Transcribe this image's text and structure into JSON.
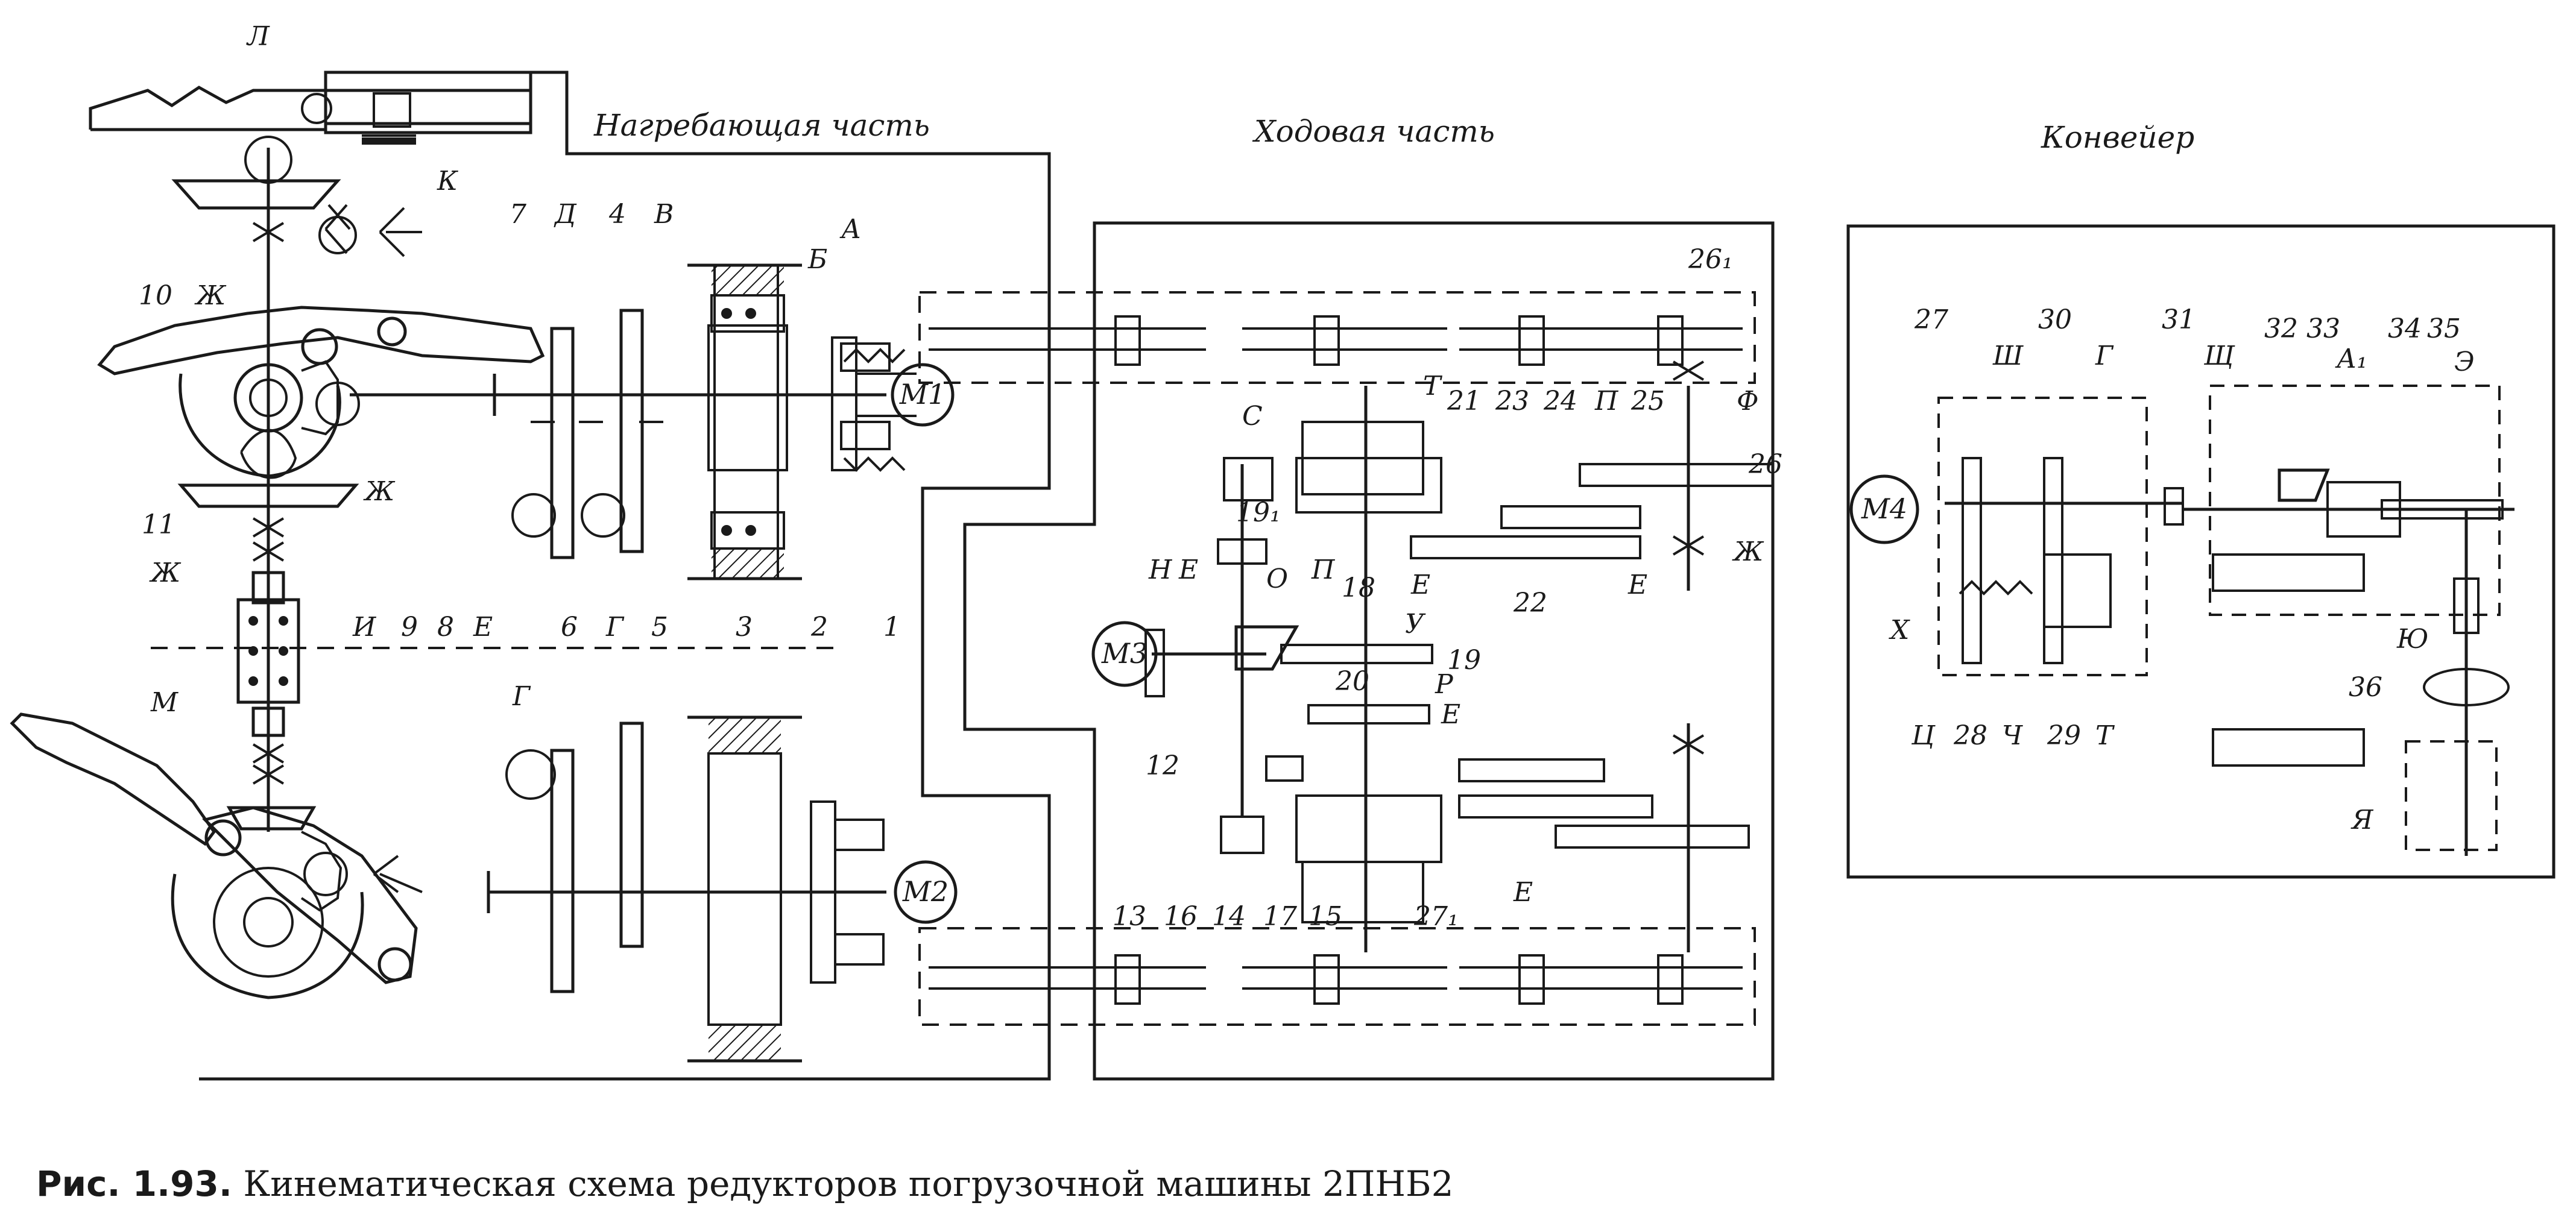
{
  "caption": {
    "number": "Рис. 1.93.",
    "text": "Кинематическая схема редукторов погрузочной машины 2ПНБ2"
  },
  "sections": {
    "loading": "Нагребающая часть",
    "travel": "Ходовая часть",
    "conveyor": "Конвейер"
  },
  "motors": [
    "М1",
    "М2",
    "М3",
    "М4"
  ],
  "labels": {
    "L": "Л",
    "K": "К",
    "n10": "10",
    "Zh1": "Ж",
    "Zh2": "Ж",
    "Zh3": "Ж",
    "n11": "11",
    "n7": "7",
    "D": "Д",
    "n4": "4",
    "V": "В",
    "B": "Б",
    "A": "А",
    "I": "И",
    "n9": "9",
    "n8": "8",
    "E1": "Е",
    "n6": "6",
    "G1": "Г",
    "n5": "5",
    "n3": "3",
    "n2": "2",
    "n1": "1",
    "M": "М",
    "G2": "Г",
    "n26_1": "26₁",
    "S": "С",
    "T1": "Т",
    "n21": "21",
    "n23": "23",
    "n24": "24",
    "P1": "П",
    "n25": "25",
    "F": "Ф",
    "n26": "26",
    "n19_1": "19₁",
    "H": "Н",
    "E2": "Е",
    "O": "О",
    "P2": "П",
    "n18": "18",
    "E3": "Е",
    "n22": "22",
    "E4": "Е",
    "Zh4": "Ж",
    "U": "У",
    "n19": "19",
    "n20": "20",
    "R": "Р",
    "E5": "Е",
    "n12": "12",
    "n13": "13",
    "n16": "16",
    "n14": "14",
    "n17": "17",
    "n15": "15",
    "n27_1": "27₁",
    "E6": "Е",
    "n27": "27",
    "n30": "30",
    "n31": "31",
    "Sh": "Ш",
    "G3": "Г",
    "Shch": "Щ",
    "n32": "32",
    "n33": "33",
    "A1": "А₁",
    "n34": "34",
    "n35": "35",
    "Ee": "Э",
    "X": "Х",
    "Ts": "Ц",
    "n28": "28",
    "Ch": "Ч",
    "n29": "29",
    "T2": "Т",
    "Yu": "Ю",
    "n36": "36",
    "Ya": "Я"
  }
}
